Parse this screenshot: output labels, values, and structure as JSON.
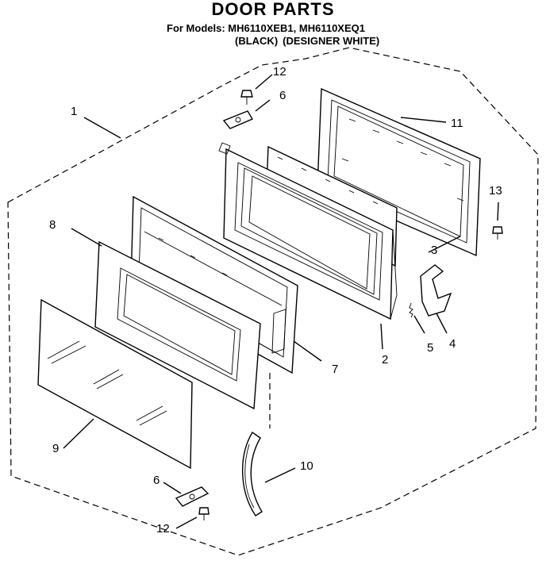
{
  "header": {
    "title": "DOOR PARTS",
    "models_line": "For Models: MH6110XEB1, MH6110XEQ1",
    "color_black": "(BLACK)",
    "color_white": "(DESIGNER WHITE)"
  },
  "callouts": {
    "c1": "1",
    "c2": "2",
    "c3": "3",
    "c4": "4",
    "c5": "5",
    "c6_top": "6",
    "c6_bottom": "6",
    "c7": "7",
    "c8": "8",
    "c9": "9",
    "c10": "10",
    "c11": "11",
    "c12_top": "12",
    "c12_bottom": "12",
    "c13": "13"
  }
}
